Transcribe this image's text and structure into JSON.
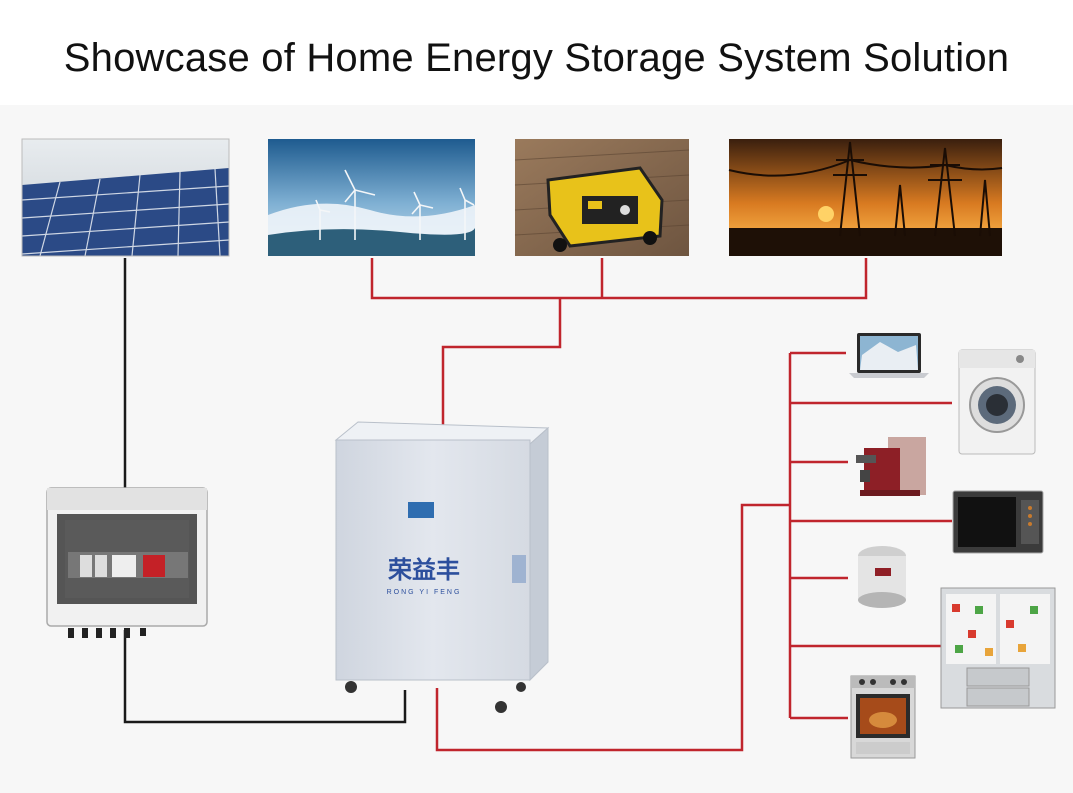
{
  "title": "Showcase of Home Energy Storage System Solution",
  "battery": {
    "brand_cn": "荣益丰",
    "brand_en": "RONG YI FENG"
  },
  "sources": [
    "solar-panels",
    "wind-turbines",
    "fuel-generator",
    "power-grid"
  ],
  "appliances": [
    "laptop",
    "washing-machine",
    "coffee-machine",
    "microwave",
    "rice-cooker",
    "refrigerator",
    "oven"
  ],
  "colors": {
    "grid_line": "#c0252d",
    "dc_line": "#1a1a1a",
    "battery_body": "#dde2ea"
  }
}
